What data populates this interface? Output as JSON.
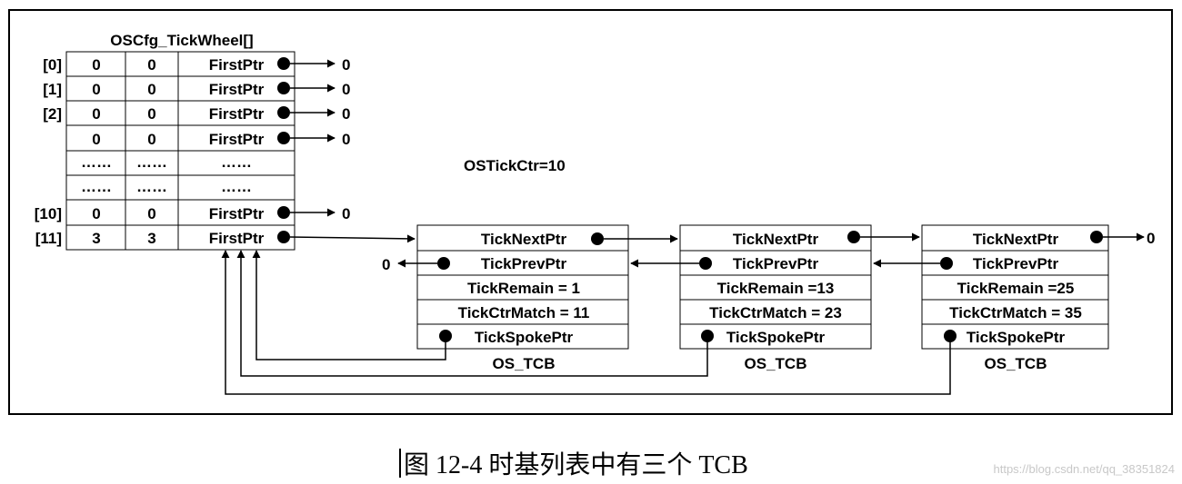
{
  "wheel": {
    "title": "OSCfg_TickWheel[]",
    "rows": [
      {
        "index": "[0]",
        "c1": "0",
        "c2": "0",
        "c3": "FirstPtr",
        "target": "0"
      },
      {
        "index": "[1]",
        "c1": "0",
        "c2": "0",
        "c3": "FirstPtr",
        "target": "0"
      },
      {
        "index": "[2]",
        "c1": "0",
        "c2": "0",
        "c3": "FirstPtr",
        "target": "0"
      },
      {
        "index": "",
        "c1": "0",
        "c2": "0",
        "c3": "FirstPtr",
        "target": "0"
      },
      {
        "index": "",
        "c1": "……",
        "c2": "……",
        "c3": "……",
        "target": ""
      },
      {
        "index": "",
        "c1": "……",
        "c2": "……",
        "c3": "……",
        "target": ""
      },
      {
        "index": "[10]",
        "c1": "0",
        "c2": "0",
        "c3": "FirstPtr",
        "target": "0"
      },
      {
        "index": "[11]",
        "c1": "3",
        "c2": "3",
        "c3": "FirstPtr",
        "target": ""
      }
    ]
  },
  "tick_ctr": "OSTickCtr=10",
  "tcbs": [
    {
      "fields": [
        "TickNextPtr",
        "TickPrevPtr",
        "TickRemain = 1",
        "TickCtrMatch = 11",
        "TickSpokePtr"
      ],
      "label": "OS_TCB"
    },
    {
      "fields": [
        "TickNextPtr",
        "TickPrevPtr",
        "TickRemain =13",
        "TickCtrMatch = 23",
        "TickSpokePtr"
      ],
      "label": "OS_TCB"
    },
    {
      "fields": [
        "TickNextPtr",
        "TickPrevPtr",
        "TickRemain =25",
        "TickCtrMatch = 35",
        "TickSpokePtr"
      ],
      "label": "OS_TCB"
    }
  ],
  "null_prev": "0",
  "null_next": "0",
  "caption": "图 12-4 时基列表中有三个 TCB",
  "watermark": "https://blog.csdn.net/qq_38351824"
}
